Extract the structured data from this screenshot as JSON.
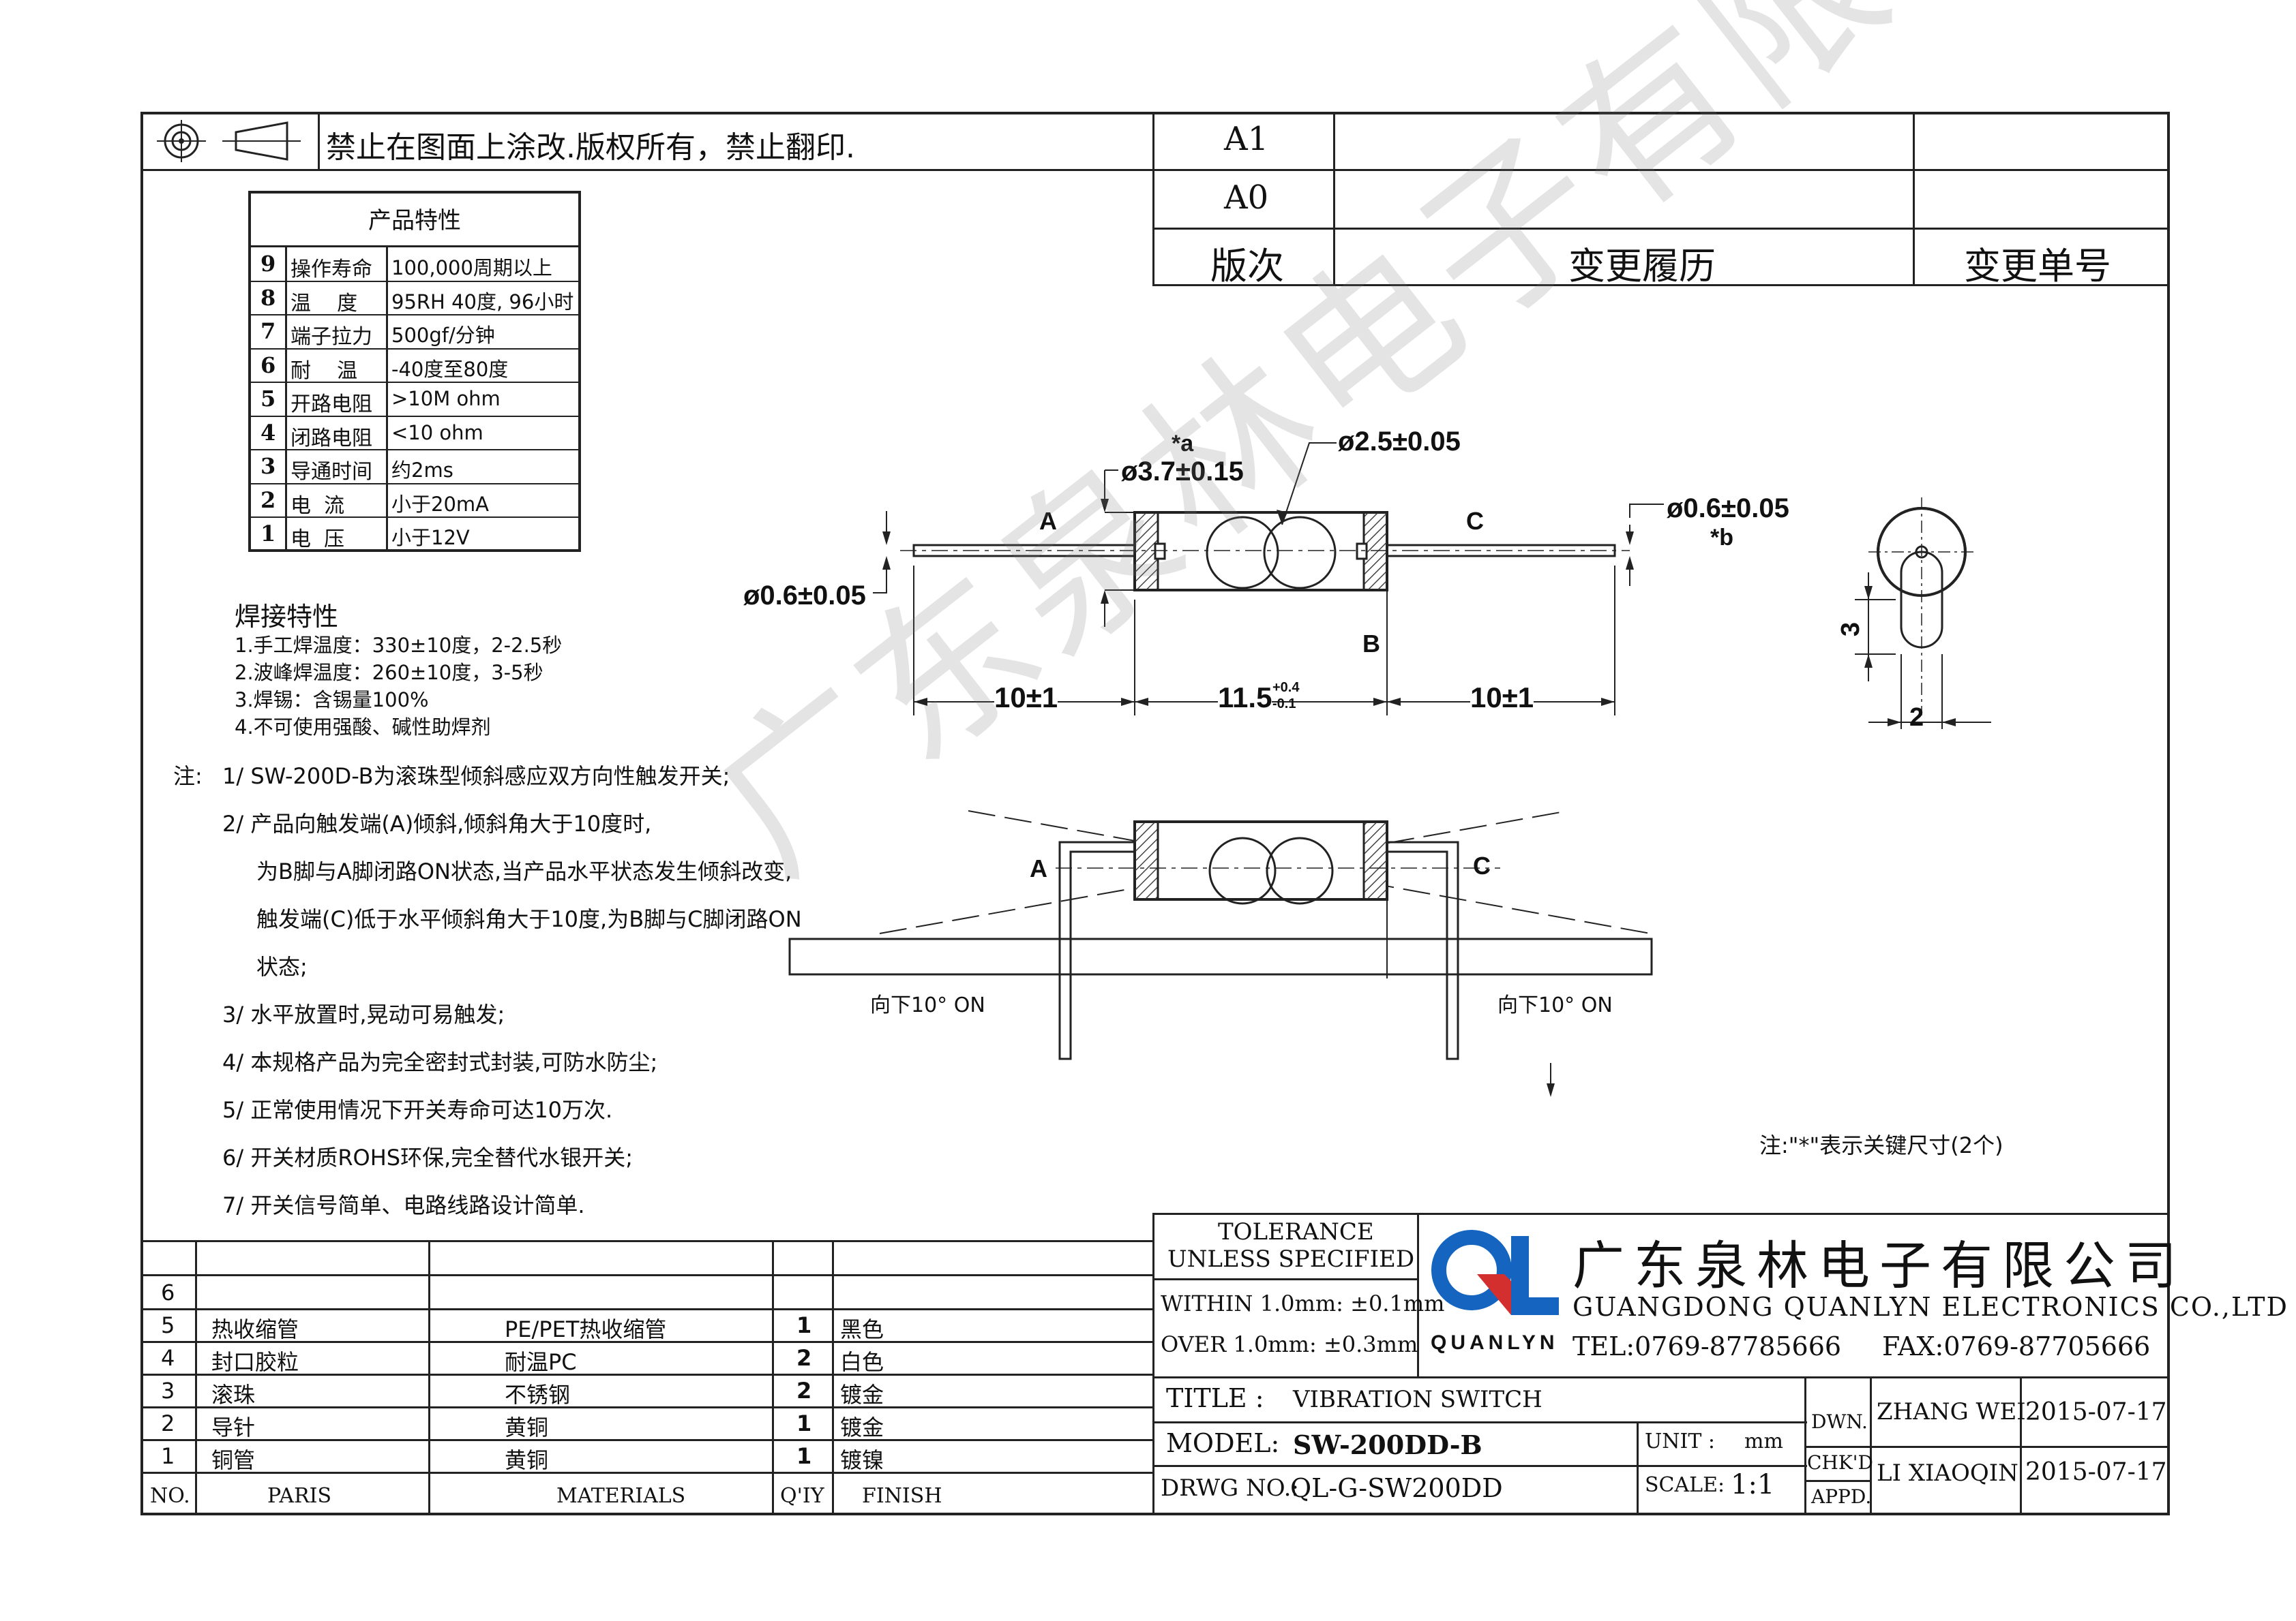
{
  "header": {
    "copyright_notice": "禁止在图面上涂改.版权所有，禁止翻印.",
    "revision_table": {
      "rows": [
        "A1",
        "A0"
      ],
      "headers": [
        "版次",
        "变更履历",
        "变更单号"
      ]
    }
  },
  "product_characteristics": {
    "title": "产品特性",
    "rows": [
      {
        "no": "9",
        "item": "操作寿命",
        "value": "100,000周期以上"
      },
      {
        "no": "8",
        "item": "温    度",
        "value": "95RH 40度, 96小时"
      },
      {
        "no": "7",
        "item": "端子拉力",
        "value": "500gf/分钟"
      },
      {
        "no": "6",
        "item": "耐    温",
        "value": "-40度至80度"
      },
      {
        "no": "5",
        "item": "开路电阻",
        "value": ">10M ohm"
      },
      {
        "no": "4",
        "item": "闭路电阻",
        "value": "<10 ohm"
      },
      {
        "no": "3",
        "item": "导通时间",
        "value": "约2ms"
      },
      {
        "no": "2",
        "item": "电  流",
        "value": "小于20mA"
      },
      {
        "no": "1",
        "item": "电  压",
        "value": "小于12V"
      }
    ]
  },
  "soldering": {
    "title": "焊接特性",
    "items": [
      "1.手工焊温度：330±10度，2-2.5秒",
      "2.波峰焊温度：260±10度，3-5秒",
      "3.焊锡：含锡量100%",
      "4.不可使用强酸、碱性助焊剂"
    ]
  },
  "notes": {
    "label": "注:",
    "lines": [
      "1/ SW-200D-B为滚珠型倾斜感应双方向性触发开关;",
      "2/ 产品向触发端(A)倾斜,倾斜角大于10度时,",
      "为B脚与A脚闭路ON状态,当产品水平状态发生倾斜改变,",
      "触发端(C)低于水平倾斜角大于10度,为B脚与C脚闭路ON",
      "状态;",
      "3/ 水平放置时,晃动可易触发;",
      "4/ 本规格产品为完全密封式封装,可防水防尘;",
      "5/ 正常使用情况下开关寿命可达10万次.",
      "6/ 开关材质ROHS环保,完全替代水银开关;",
      "7/ 开关信号简单、电路线路设计简单."
    ]
  },
  "dimensions": {
    "d_body": "ø3.7±0.15",
    "d_body_mark": "*a",
    "d_ball": "ø2.5±0.05",
    "d_pin_right": "ø0.6±0.05",
    "d_pin_right_mark": "*b",
    "d_pin_left": "ø0.6±0.05",
    "len_left": "10±1",
    "len_body": "11.5",
    "len_body_tol_up": "+0.4",
    "len_body_tol_dn": "-0.1",
    "len_right": "10±1",
    "label_a": "A",
    "label_b": "B",
    "label_c": "C",
    "side_h": "3",
    "side_w": "2"
  },
  "mount_view": {
    "label_a": "A",
    "label_c": "C",
    "tilt_left": "向下10° ON",
    "tilt_right": "向下10° ON"
  },
  "key_note": "注:\"*\"表示关键尺寸(2个)",
  "bom": {
    "headers": [
      "NO.",
      "PARIS",
      "MATERIALS",
      "Q'IY",
      "FINISH"
    ],
    "rows": [
      {
        "no": "6",
        "part": "",
        "material": "",
        "qty": "",
        "finish": ""
      },
      {
        "no": "5",
        "part": "热收缩管",
        "material": "PE/PET热收缩管",
        "qty": "1",
        "finish": "黑色"
      },
      {
        "no": "4",
        "part": "封口胶粒",
        "material": "耐温PC",
        "qty": "2",
        "finish": "白色"
      },
      {
        "no": "3",
        "part": "滚珠",
        "material": "不锈钢",
        "qty": "2",
        "finish": "镀金"
      },
      {
        "no": "2",
        "part": "导针",
        "material": "黄铜",
        "qty": "1",
        "finish": "镀金"
      },
      {
        "no": "1",
        "part": "铜管",
        "material": "黄铜",
        "qty": "1",
        "finish": "镀镍"
      }
    ]
  },
  "tolerance": {
    "line1": "TOLERANCE",
    "line2": "UNLESS SPECIFIED",
    "within": "WITHIN 1.0mm: ±0.1mm",
    "over": "OVER 1.0mm:   ±0.3mm"
  },
  "company": {
    "name_cn": "广东泉林电子有限公司",
    "name_en": "GUANGDONG QUANLYN ELECTRONICS CO.,LTD",
    "brand": "QUANLYN",
    "tel": "TEL:0769-87785666",
    "fax": "FAX:0769-87705666",
    "logo_color_blue": "#1565c0",
    "logo_color_red": "#d32f2f"
  },
  "title_block": {
    "title_label": "TITLE :",
    "title_value": "VIBRATION SWITCH",
    "model_label": "MODEL:",
    "model_value": "SW-200DD-B",
    "drwg_label": "DRWG NO.:",
    "drwg_value": "QL-G-SW200DD",
    "unit_label": "UNIT :",
    "unit_value": "mm",
    "scale_label": "SCALE:",
    "scale_value": "1:1",
    "dwn_label": "DWN.",
    "chkd_label": "CHK'D",
    "appd_label": "APPD.",
    "drawn_by": "ZHANG WEI",
    "drawn_date": "2015-07-17",
    "checked_by": "LI XIAOQIN",
    "checked_date": "2015-07-17"
  },
  "watermark": "广东泉林电子有限公司"
}
